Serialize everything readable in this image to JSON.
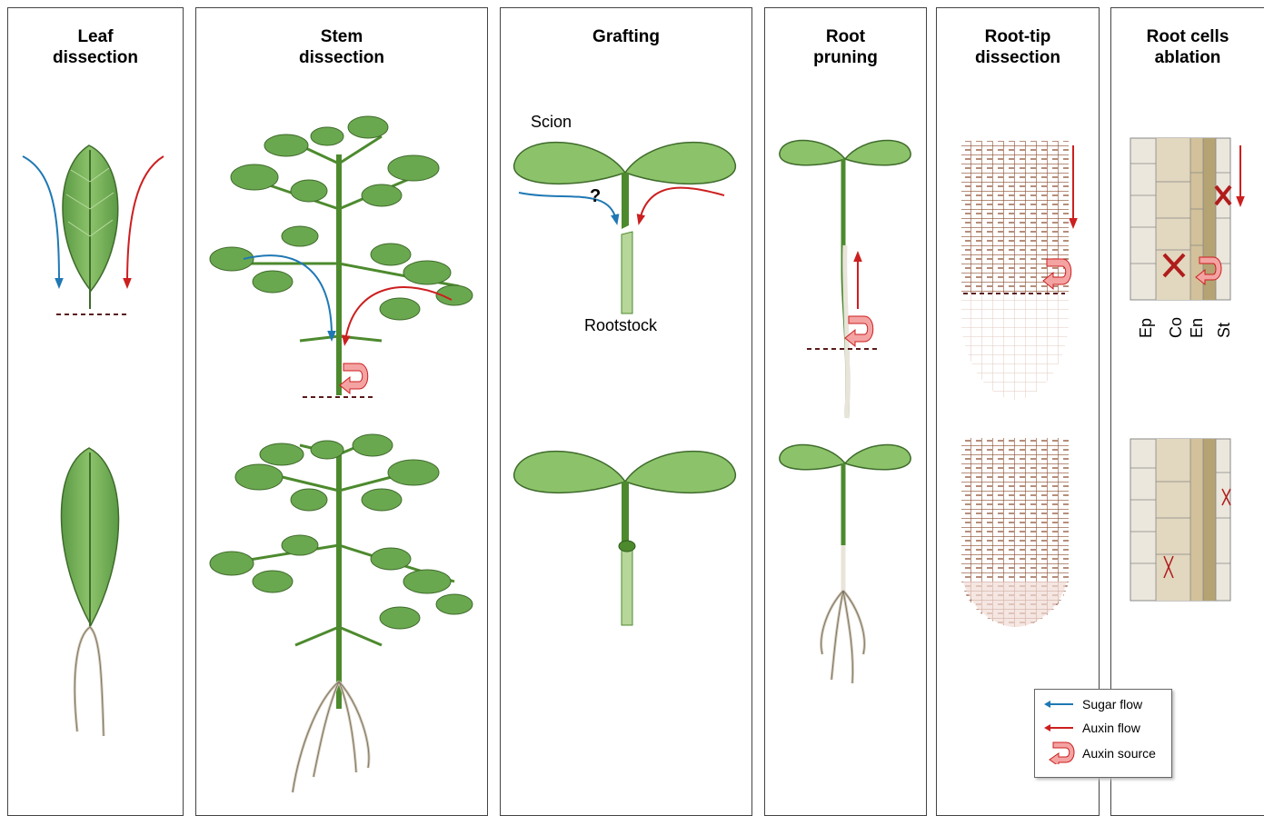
{
  "panels": [
    {
      "title": "Leaf\ndissection"
    },
    {
      "title": "Stem\ndissection"
    },
    {
      "title": "Grafting"
    },
    {
      "title": "Root\npruning"
    },
    {
      "title": "Root-tip\ndissection"
    },
    {
      "title": "Root cells\nablation"
    }
  ],
  "grafting": {
    "scion": "Scion",
    "rootstock": "Rootstock",
    "question": "?"
  },
  "root_cells": {
    "layers": [
      "Ep",
      "Co",
      "En",
      "St"
    ]
  },
  "legend": {
    "sugar": "Sugar flow",
    "auxin": "Auxin flow",
    "source": "Auxin source"
  },
  "colors": {
    "sugar": "#1f78b4",
    "auxin": "#cc1f1f",
    "source": "#f08080",
    "leaf": "#6aa84f",
    "root_cell": "#8b4a2b"
  }
}
